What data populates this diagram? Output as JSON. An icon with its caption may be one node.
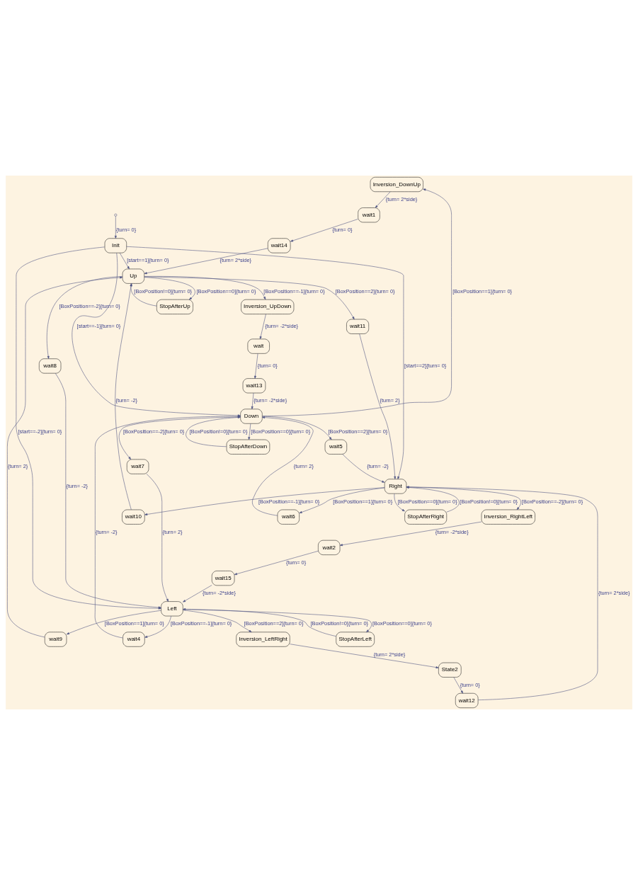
{
  "diagram": {
    "nodes": [
      {
        "text": [
          "Inversion_DownUp"
        ]
      },
      {
        "text": [
          "wait1"
        ]
      },
      {
        "text": [
          "wait14"
        ]
      },
      {
        "text": [
          "wait13"
        ]
      },
      {
        "text": [
          "wait"
        ]
      },
      {
        "text": [
          "Inversion_UpDown"
        ]
      },
      {
        "text": [
          "Left"
        ]
      },
      {
        "text": [
          "wait7"
        ]
      },
      {
        "text": [
          "wait8"
        ]
      },
      {
        "text": [
          "wait9"
        ]
      },
      {
        "text": [
          "Init"
        ]
      },
      {
        "text": [
          "wait4"
        ]
      },
      {
        "text": [
          "StopAfterLeft"
        ]
      },
      {
        "text": [
          "Down"
        ]
      },
      {
        "text": [
          "StopAfterDown"
        ]
      },
      {
        "text": [
          "StopAfterUp"
        ]
      },
      {
        "text": [
          "Up"
        ]
      },
      {
        "text": [
          "wait15"
        ]
      },
      {
        "text": [
          "Inversion_LeftRight"
        ]
      },
      {
        "text": [
          "wait2"
        ]
      },
      {
        "text": [
          "State2"
        ]
      },
      {
        "text": [
          "Inversion_RightLeft"
        ]
      },
      {
        "text": [
          "wait12"
        ]
      },
      {
        "text": [
          "wait6"
        ]
      },
      {
        "text": [
          "wait5"
        ]
      },
      {
        "text": [
          "StopAfterRight"
        ]
      },
      {
        "text": [
          "wait11"
        ]
      },
      {
        "text": [
          "wait10"
        ]
      },
      {
        "text": [
          "Right"
        ]
      }
    ],
    "edges": [
      {
        "from": null,
        "to": 10,
        "arrow": "to",
        "label": "{turn= 0}"
      },
      {
        "from": 10,
        "to": 13,
        "arrow": "to",
        "label": "[start==-1]{turn= 0}"
      },
      {
        "from": 10,
        "to": 6,
        "arrow": "to",
        "label": "[start==-2]{turn= 0}"
      },
      {
        "from": 10,
        "to": 16,
        "arrow": "to",
        "label": "[start==1]{turn= 0}"
      },
      {
        "from": 10,
        "to": 28,
        "arrow": "to",
        "label": "[start==2]{turn= 0}"
      },
      {
        "from": 6,
        "to": 12,
        "arrow": "to",
        "label": "[BoxPosition==0]{turn= 0}"
      },
      {
        "from": 12,
        "to": 6,
        "arrow": "to",
        "label": "[BoxPosition!=0]{turn= 0}"
      },
      {
        "from": 16,
        "to": 8,
        "arrow": "to",
        "label": "[BoxPosition==-2]{turn= 0}"
      },
      {
        "from": 8,
        "to": 6,
        "arrow": "to",
        "label": "{turn= -2}"
      },
      {
        "from": 6,
        "to": 9,
        "arrow": "to",
        "label": "[BoxPosition==1]{turn= 0}"
      },
      {
        "from": 9,
        "to": 16,
        "arrow": "to",
        "label": "{turn= 2}"
      },
      {
        "from": 6,
        "to": 11,
        "arrow": "to",
        "label": "[BoxPosition==-1]{turn= 0}"
      },
      {
        "from": 11,
        "to": 13,
        "arrow": "to",
        "label": "{turn= -2}"
      },
      {
        "from": 13,
        "to": 7,
        "arrow": "to",
        "label": "[BoxPosition==-2]{turn= 0}"
      },
      {
        "from": 7,
        "to": 6,
        "arrow": "to",
        "label": "{turn= 2}"
      },
      {
        "from": 6,
        "to": 18,
        "arrow": "to",
        "label": "[BoxPosition==2]{turn= 0}"
      },
      {
        "from": 18,
        "to": 20,
        "arrow": "to",
        "label": "{turn= 2*side}"
      },
      {
        "from": 20,
        "to": 22,
        "arrow": "to",
        "label": "{turn= 0}"
      },
      {
        "from": 22,
        "to": 28,
        "arrow": "to",
        "label": "{turn= 2*side}"
      },
      {
        "from": 28,
        "to": 21,
        "arrow": "to",
        "label": "[BoxPosition==-2]{turn= 0}"
      },
      {
        "from": 21,
        "to": 19,
        "arrow": "to",
        "label": "{turn= -2*side}"
      },
      {
        "from": 19,
        "to": 17,
        "arrow": "to",
        "label": "{turn= 0}"
      },
      {
        "from": 17,
        "to": 6,
        "arrow": "to",
        "label": "{turn= -2*side}"
      },
      {
        "from": 13,
        "to": 14,
        "arrow": "to",
        "label": "[BoxPosition==0]{turn= 0}"
      },
      {
        "from": 14,
        "to": 13,
        "arrow": "to",
        "label": "[BoxPosition!=0]{turn= 0}"
      },
      {
        "from": 16,
        "to": 15,
        "arrow": "to",
        "label": "[BoxPosition==0]{turn= 0}"
      },
      {
        "from": 15,
        "to": 16,
        "arrow": "to",
        "label": "[BoxPosition!=0]{turn= 0}"
      },
      {
        "from": 28,
        "to": 25,
        "arrow": "to",
        "label": "[BoxPosition==0]{turn= 0}"
      },
      {
        "from": 25,
        "to": 28,
        "arrow": "to",
        "label": "[BoxPosition!=0]{turn= 0}"
      },
      {
        "from": 13,
        "to": 24,
        "arrow": "to",
        "label": "[BoxPosition==2]{turn= 0}"
      },
      {
        "from": 24,
        "to": 28,
        "arrow": "to",
        "label": "{turn= -2}"
      },
      {
        "from": 28,
        "to": 23,
        "arrow": "to",
        "label": "[BoxPosition==1]{turn= 0}"
      },
      {
        "from": 23,
        "to": 13,
        "arrow": "to",
        "label": "{turn= 2}"
      },
      {
        "from": 16,
        "to": 26,
        "arrow": "to",
        "label": "[BoxPosition==2]{turn= 0}"
      },
      {
        "from": 26,
        "to": 28,
        "arrow": "to",
        "label": "{turn= 2}"
      },
      {
        "from": 28,
        "to": 27,
        "arrow": "to",
        "label": "[BoxPosition==-1]{turn= 0}"
      },
      {
        "from": 27,
        "to": 16,
        "arrow": "to",
        "label": "{turn= -2}"
      },
      {
        "from": 13,
        "to": 0,
        "arrow": "to",
        "label": "[BoxPosition==1]{turn= 0}"
      },
      {
        "from": 0,
        "to": 1,
        "arrow": "to",
        "label": "{turn= 2*side}"
      },
      {
        "from": 1,
        "to": 2,
        "arrow": "to",
        "label": "{turn= 0}"
      },
      {
        "from": 2,
        "to": 16,
        "arrow": "to",
        "label": "{turn= 2*side}"
      },
      {
        "from": 16,
        "to": 5,
        "arrow": "to",
        "label": "[BoxPosition==-1]{turn= 0}"
      },
      {
        "from": 5,
        "to": 4,
        "arrow": "to",
        "label": "{turn= -2*side}"
      },
      {
        "from": 4,
        "to": 3,
        "arrow": "to",
        "label": "{turn= 0}"
      },
      {
        "from": 3,
        "to": 13,
        "arrow": "to",
        "label": "{turn= -2*side}"
      }
    ]
  }
}
